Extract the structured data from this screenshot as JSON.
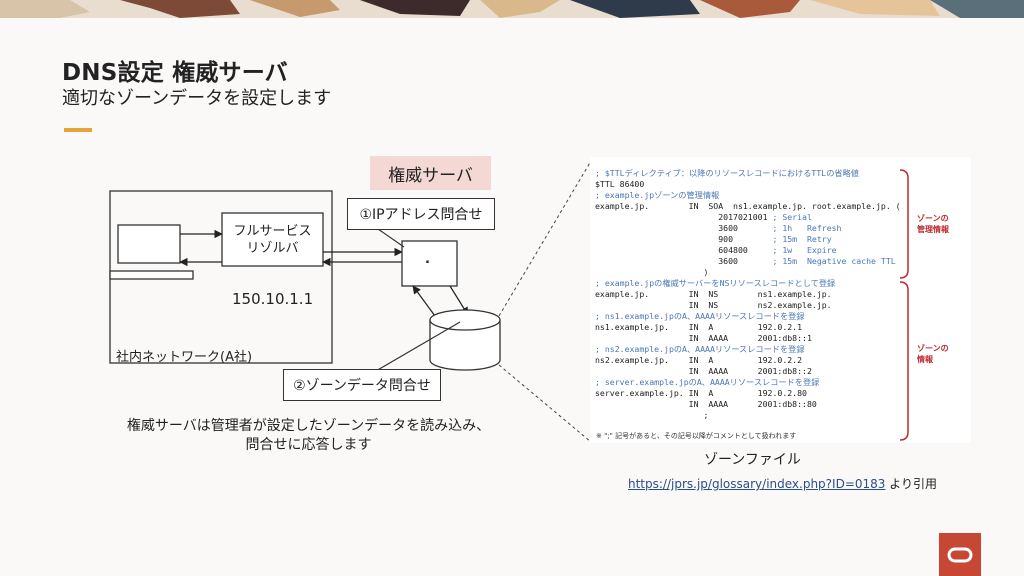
{
  "slide": {
    "title": "DNS設定 権威サーバ",
    "subtitle": "適切なゾーンデータを設定します"
  },
  "diagram": {
    "role_badge": "権威サーバ",
    "resolver_label_line1": "フルサービス",
    "resolver_label_line2": "リゾルバ",
    "resolver_ip": "150.10.1.1",
    "network_label": "社内ネットワーク(A社)",
    "server_dot": ".",
    "query_ip": "①IPアドレス問合せ",
    "query_zone": "②ゾーンデータ問合せ",
    "description_line1": "権威サーバは管理者が設定したゾーンデータを読み込み、",
    "description_line2": "問合せに応答します"
  },
  "zone_file": {
    "lines": [
      {
        "text": "; $TTLディレクティブ：以降のリソースレコードにおけるTTLの省略値",
        "kind": "comment"
      },
      {
        "text": "$TTL 86400",
        "kind": "record"
      },
      {
        "text": "; example.jpゾーンの管理情報",
        "kind": "comment"
      },
      {
        "text": "example.jp.        IN  SOA  ns1.example.jp. root.example.jp. (",
        "kind": "record"
      },
      {
        "text": "                         2017021001 ; Serial",
        "kind": "mixed"
      },
      {
        "text": "                         3600       ; 1h   Refresh",
        "kind": "mixed"
      },
      {
        "text": "                         900        ; 15m  Retry",
        "kind": "mixed"
      },
      {
        "text": "                         604800     ; 1w   Expire",
        "kind": "mixed"
      },
      {
        "text": "                         3600       ; 15m  Negative cache TTL",
        "kind": "mixed"
      },
      {
        "text": "                      )",
        "kind": "record"
      },
      {
        "text": "; example.jpの権威サーバーをNSリソースレコードとして登録",
        "kind": "comment"
      },
      {
        "text": "example.jp.        IN  NS        ns1.example.jp.",
        "kind": "record"
      },
      {
        "text": "                   IN  NS        ns2.example.jp.",
        "kind": "record"
      },
      {
        "text": "; ns1.example.jpのA、AAAAリソースレコードを登録",
        "kind": "comment"
      },
      {
        "text": "ns1.example.jp.    IN  A         192.0.2.1",
        "kind": "record"
      },
      {
        "text": "                   IN  AAAA      2001:db8::1",
        "kind": "record"
      },
      {
        "text": "; ns2.example.jpのA、AAAAリソースレコードを登録",
        "kind": "comment"
      },
      {
        "text": "ns2.example.jp.    IN  A         192.0.2.2",
        "kind": "record"
      },
      {
        "text": "                   IN  AAAA      2001:db8::2",
        "kind": "record"
      },
      {
        "text": "; server.example.jpのA、AAAAリソースレコードを登録",
        "kind": "comment"
      },
      {
        "text": "server.example.jp. IN  A         192.0.2.80",
        "kind": "record"
      },
      {
        "text": "                   IN  AAAA      2001:db8::80",
        "kind": "record"
      },
      {
        "text": "                      ;",
        "kind": "record"
      }
    ],
    "note": "※ \";\" 記号があると、その記号以降がコメントとして扱われます",
    "label_management_line1": "ゾーンの",
    "label_management_line2": "管理情報",
    "label_info_line1": "ゾーンの",
    "label_info_line2": "情報",
    "caption": "ゾーンファイル"
  },
  "source": {
    "url": "https://jprs.jp/glossary/index.php?ID=0183",
    "suffix": " より引用"
  },
  "colors": {
    "accent_bar": "#e8a33a",
    "badge_bg": "#f4d8d4",
    "zone_comment": "#4a77b8",
    "bracket_red": "#c0282d",
    "logo_red": "#c74634"
  },
  "icons": {
    "logo": "oracle-logo-icon",
    "database": "database-cylinder-icon",
    "monitor": "pc-monitor-icon"
  }
}
